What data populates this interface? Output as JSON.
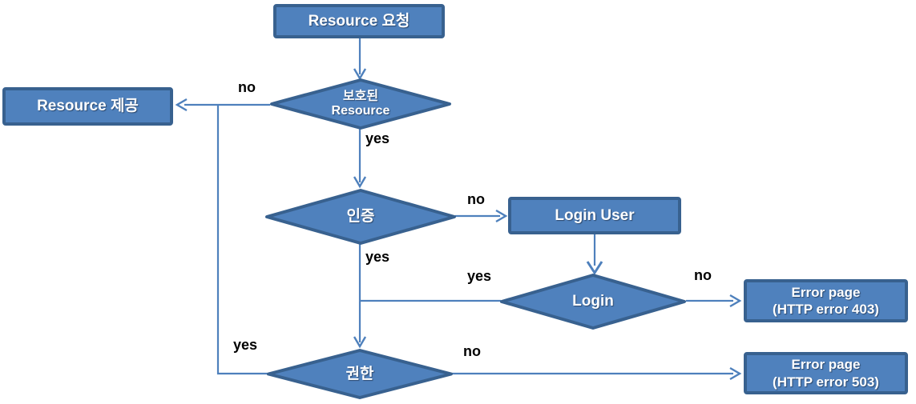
{
  "colors": {
    "node_fill": "#4f81bd",
    "node_border": "#38618f",
    "connector": "#4e80bc",
    "node_text": "#ffffff",
    "edge_label_text": "#000000",
    "background": "#ffffff"
  },
  "nodes": {
    "resource_request": {
      "type": "process",
      "label": "Resource 요청"
    },
    "protected_resource": {
      "type": "decision",
      "line1": "보호된",
      "line2": "Resource"
    },
    "resource_provide": {
      "type": "process",
      "label": "Resource 제공"
    },
    "auth": {
      "type": "decision",
      "label": "인증"
    },
    "login_user": {
      "type": "process",
      "label": "Login User"
    },
    "login": {
      "type": "decision",
      "label": "Login"
    },
    "permission": {
      "type": "decision",
      "label": "권한"
    },
    "error_403": {
      "type": "process",
      "line1": "Error page",
      "line2": "(HTTP error 403)"
    },
    "error_503": {
      "type": "process",
      "line1": "Error page",
      "line2": "(HTTP error 503)"
    }
  },
  "edge_labels": {
    "protected_no": "no",
    "protected_yes": "yes",
    "auth_no": "no",
    "auth_yes": "yes",
    "login_yes": "yes",
    "login_no": "no",
    "permission_yes": "yes",
    "permission_no": "no"
  },
  "edges": [
    {
      "from": "resource_request",
      "to": "protected_resource",
      "label": ""
    },
    {
      "from": "protected_resource",
      "to": "resource_provide",
      "label": "no"
    },
    {
      "from": "protected_resource",
      "to": "auth",
      "label": "yes"
    },
    {
      "from": "auth",
      "to": "login_user",
      "label": "no"
    },
    {
      "from": "auth",
      "to": "permission",
      "label": "yes"
    },
    {
      "from": "login_user",
      "to": "login",
      "label": ""
    },
    {
      "from": "login",
      "to": "permission",
      "label": "yes"
    },
    {
      "from": "login",
      "to": "error_403",
      "label": "no"
    },
    {
      "from": "permission",
      "to": "resource_provide",
      "label": "yes"
    },
    {
      "from": "permission",
      "to": "error_503",
      "label": "no"
    }
  ]
}
